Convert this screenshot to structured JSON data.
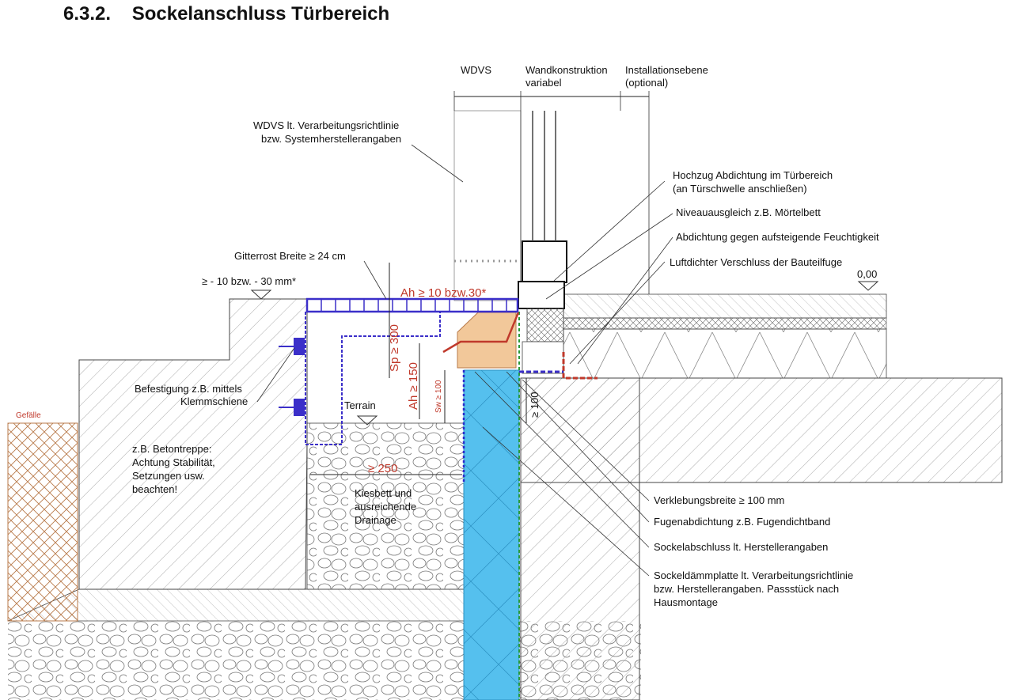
{
  "title": "6.3.2.    Sockelanschluss Türbereich",
  "header": {
    "wdvs": "WDVS",
    "wand_line1": "Wandkonstruktion",
    "wand_line2": "variabel",
    "inst_line1": "Installationsebene",
    "inst_line2": "(optional)"
  },
  "labels": {
    "wdvs_rule_line1": "WDVS lt. Verarbeitungsrichtlinie",
    "wdvs_rule_line2": "bzw. Systemherstellerangaben",
    "hochzug_line1": "Hochzug Abdichtung im Türbereich",
    "hochzug_line2": "(an Türschwelle anschließen)",
    "niveau": "Niveauausgleich z.B. Mörtelbett",
    "abdichtung": "Abdichtung gegen aufsteigende Feuchtigkeit",
    "luftdicht": "Luftdichter Verschluss der Bauteilfuge",
    "level_zero": "0,00",
    "gitterrost": "Gitterrost Breite ≥ 24 cm",
    "gefaelle_level": "≥ - 10 bzw. - 30 mm*",
    "befestigung_line1": "Befestigung z.B. mittels",
    "befestigung_line2": "Klemmschiene",
    "terrain": "Terrain",
    "gefaelle": "Gefälle",
    "beton_line1": "z.B. Betontreppe:",
    "beton_line2": "Achtung Stabilität,",
    "beton_line3": "Setzungen usw.",
    "beton_line4": "beachten!",
    "kies_line1": "Kiesbett und",
    "kies_line2": "ausreichende",
    "kies_line3": "Drainage",
    "verklebung": "Verklebungsbreite ≥ 100 mm",
    "fugen": "Fugenabdichtung z.B. Fugendichtband",
    "sockelabschluss": "Sockelabschluss lt. Herstellerangaben",
    "sockel_line1": "Sockeldämmplatte lt. Verarbeitungsrichtlinie",
    "sockel_line2": "bzw. Herstellerangaben. Passstück nach",
    "sockel_line3": "Hausmontage"
  },
  "dimensions": {
    "ah_top": "Ah ≥ 10 bzw.30*",
    "sp": "Sp ≥ 300",
    "ah_150": "Ah ≥ 150",
    "sw": "Sw ≥ 100",
    "w250": "≥ 250",
    "d100": "≥ 100"
  },
  "colors": {
    "insulation": "#55c0ee",
    "grating": "#3b2fc9",
    "seal": "#c0392b",
    "mortar": "#f2c89a",
    "ground_outline": "#b87a4a"
  }
}
